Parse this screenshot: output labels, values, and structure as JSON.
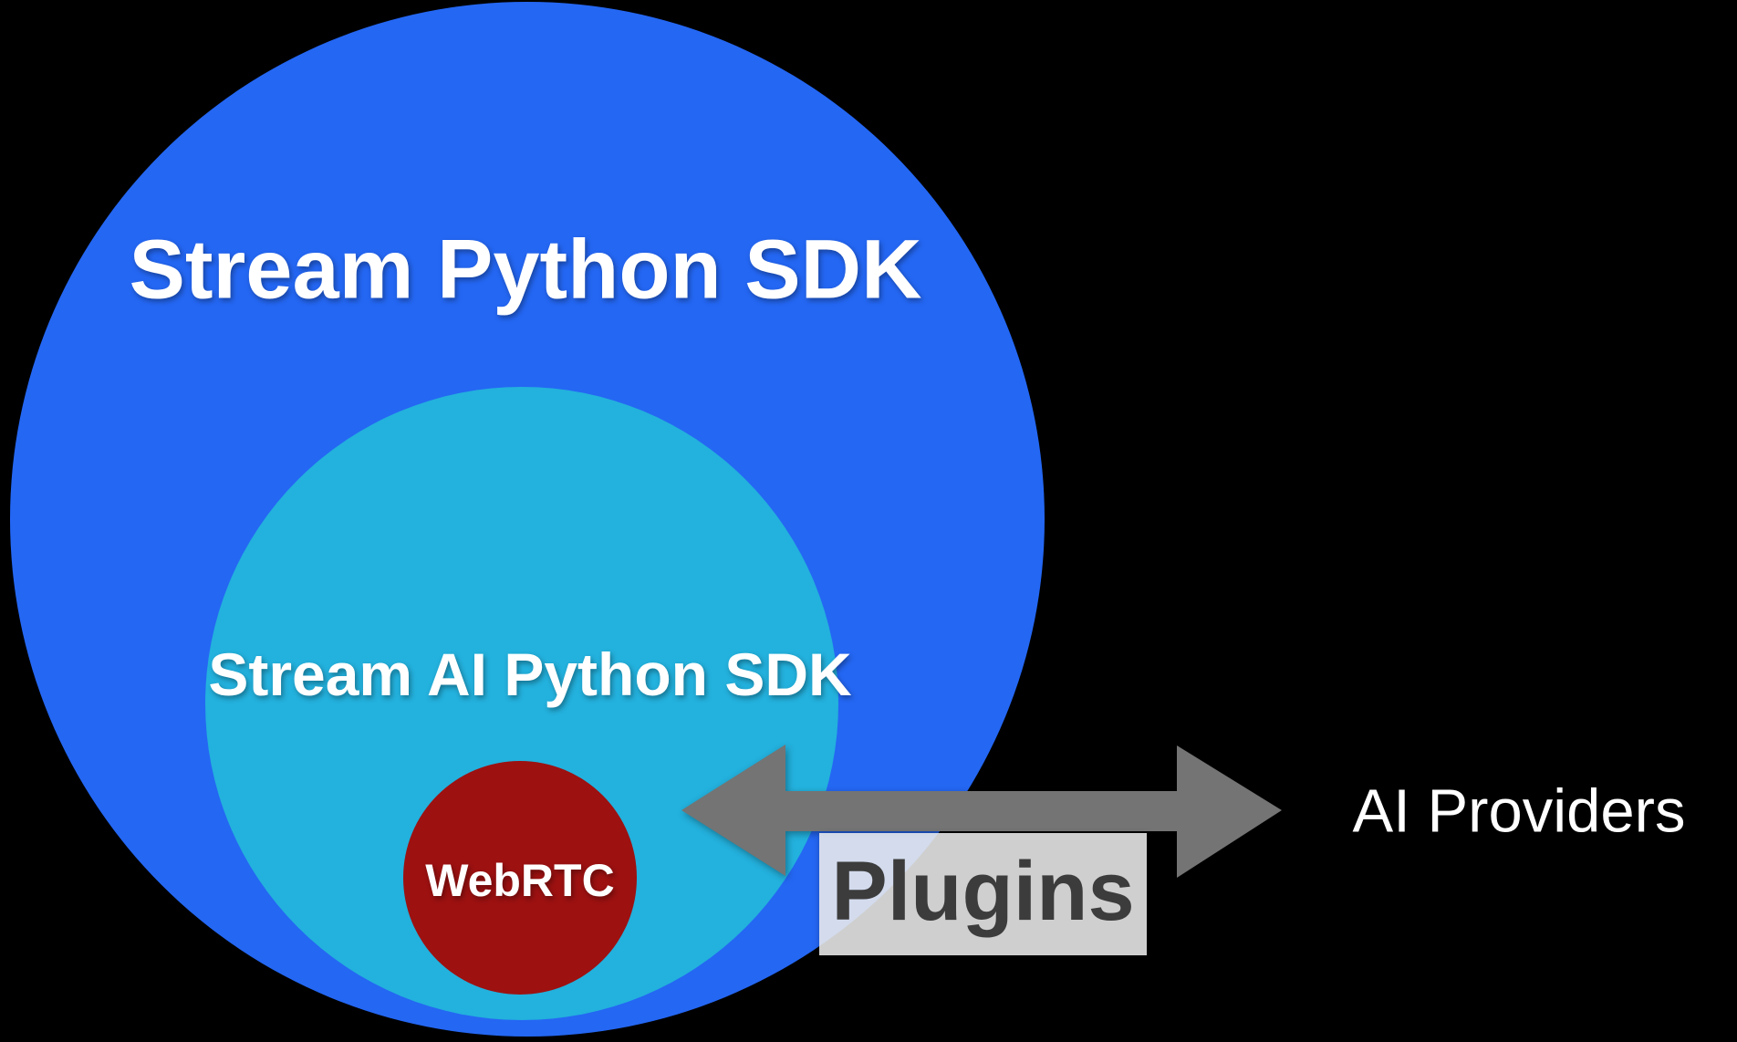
{
  "colors": {
    "background": "#000000",
    "outer_circle": "#2467F3",
    "middle_circle": "#23B1DD",
    "inner_circle": "#9D1111",
    "arrow": "#747474",
    "label_box": "rgba(236,236,236,0.88)",
    "label_box_text": "#3C3C3C",
    "light_text": "#FFFFFF"
  },
  "diagram": {
    "outer": {
      "label": "Stream Python SDK"
    },
    "middle": {
      "label": "Stream AI Python SDK"
    },
    "inner": {
      "label": "WebRTC"
    },
    "arrow": {
      "label": "Plugins"
    },
    "external": {
      "label": "AI Providers"
    }
  }
}
